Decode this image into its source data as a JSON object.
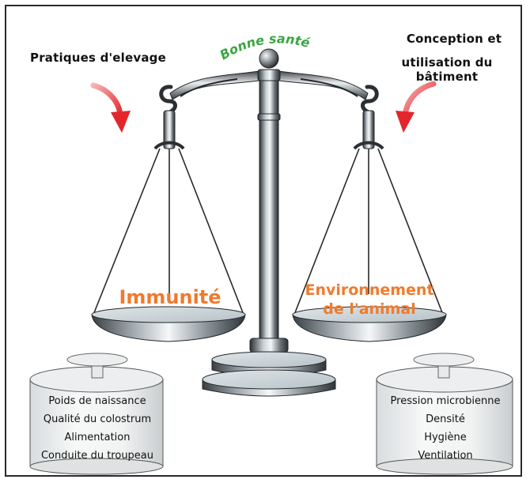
{
  "top_label": "Bonne santé",
  "left": {
    "title": "Pratiques d'elevage",
    "pan_label": "Immunité",
    "weight_items": [
      "Poids de naissance",
      "Qualité du colostrum",
      "Alimentation",
      "Conduite du troupeau"
    ]
  },
  "right": {
    "title_line1": "Conception et",
    "title_line2": "utilisation du bâtiment",
    "pan_label_line1": "Environnement",
    "pan_label_line2": "de l'animal",
    "weight_items": [
      "Pression microbienne",
      "Densité",
      "Hygiène",
      "Ventilation"
    ]
  },
  "colors": {
    "accent_orange": "#f07a2c",
    "accent_green": "#3aa541",
    "arrow_red": "#e3262b",
    "metal_dark": "#2b2f33",
    "metal_light": "#eef3f5"
  }
}
